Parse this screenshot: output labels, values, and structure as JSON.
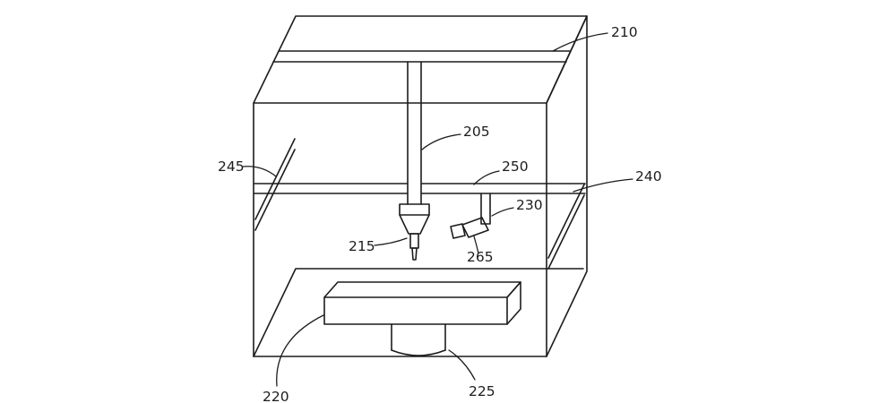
{
  "figure": {
    "background": "#ffffff",
    "stroke_color": "#1c1c1c",
    "label_color": "#1c1c1c"
  },
  "labels": [
    {
      "id": "210",
      "text": "210"
    },
    {
      "id": "205",
      "text": "205"
    },
    {
      "id": "245",
      "text": "245"
    },
    {
      "id": "250",
      "text": "250"
    },
    {
      "id": "240",
      "text": "240"
    },
    {
      "id": "230",
      "text": "230"
    },
    {
      "id": "215",
      "text": "215"
    },
    {
      "id": "265",
      "text": "265"
    },
    {
      "id": "220",
      "text": "220"
    },
    {
      "id": "225",
      "text": "225"
    }
  ]
}
